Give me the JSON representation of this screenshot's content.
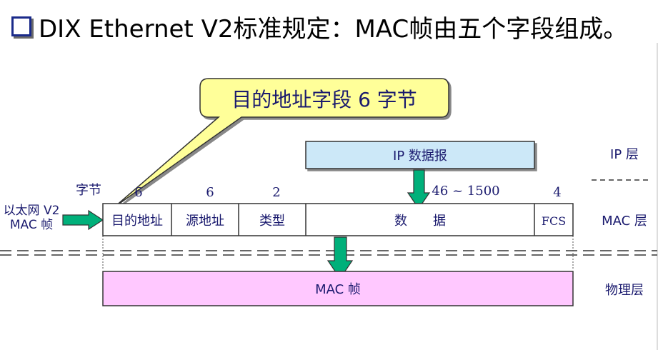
{
  "title": "DIX Ethernet V2标准规定：MAC帧由五个字段组成。",
  "callout": "目的地址字段 6 字节",
  "ip_datagram": "IP 数据报",
  "bytes_label": "字节",
  "frame_label_line1": "以太网 V2",
  "frame_label_line2": "MAC 帧",
  "fields": [
    {
      "name": "目的地址",
      "bytes": "6"
    },
    {
      "name": "源地址",
      "bytes": "6"
    },
    {
      "name": "类型",
      "bytes": "2"
    },
    {
      "name": "数　　据",
      "bytes": "46 ~ 1500"
    },
    {
      "name": "FCS",
      "bytes": "4"
    }
  ],
  "physical_frame": "MAC 帧",
  "layers": {
    "ip": "IP 层",
    "mac": "MAC 层",
    "physical": "物理层"
  },
  "colors": {
    "callout_fill": "#ffff99",
    "ip_fill": "#cce8f8",
    "physical_fill": "#ffc8ff",
    "arrow_fill": "#00b07a",
    "text": "#1a1a6e"
  }
}
